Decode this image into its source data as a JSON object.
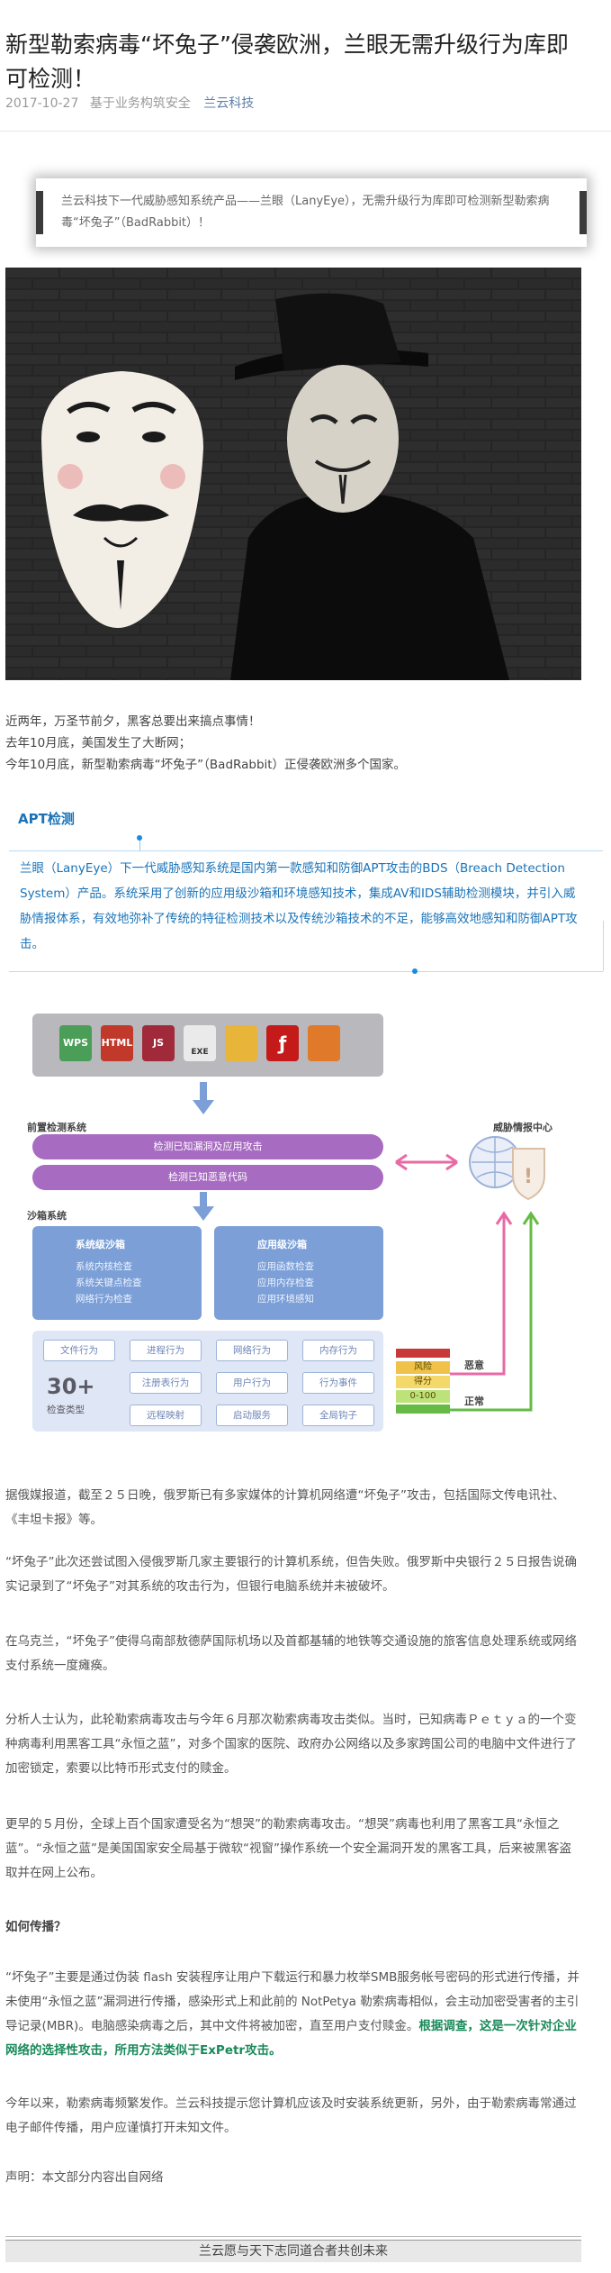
{
  "article": {
    "title": "新型勒索病毒“坏兔子”侵袭欧洲，兰眼无需升级行为库即可检测！",
    "date": "2017-10-27",
    "author": "基于业务构筑安全",
    "account": "兰云科技"
  },
  "quote": {
    "text": "兰云科技下一代威胁感知系统产品——兰眼（LanyEye），无需升级行为库即可检测新型勒索病毒“坏兔子”（BadRabbit）！"
  },
  "intro": {
    "lines": [
      "近两年，万圣节前夕，黑客总要出来搞点事情！",
      "去年10月底，美国发生了大断网；",
      "今年10月底，新型勒索病毒“坏兔子”（BadRabbit）正侵袭欧洲多个国家。"
    ]
  },
  "apt": {
    "title": "APT检测",
    "text": "兰眼（LanyEye）下一代威胁感知系统是国内第一款感知和防御APT攻击的BDS（Breach Detection System）产品。系统采用了创新的应用级沙箱和环境感知技术，集成AV和IDS辅助检测模块，并引入威胁情报体系，有效地弥补了传统的特征检测技术以及传统沙箱技术的不足，能够高效地感知和防御APT攻击。"
  },
  "diagram": {
    "file_icons": [
      "WPS",
      "HTML",
      "JS",
      "EXE",
      "",
      ""
    ],
    "pre_detect_label": "前置检测系统",
    "pre_detect_1": "检测已知漏洞及应用攻击",
    "pre_detect_2": "检测已知恶意代码",
    "sandbox_label": "沙箱系统",
    "sys_box_title": "系统级沙箱",
    "sys_box_items": [
      "系统内核检查",
      "系统关键点检查",
      "网络行为检查"
    ],
    "app_box_title": "应用级沙箱",
    "app_box_items": [
      "应用函数检查",
      "应用内存检查",
      "应用环境感知"
    ],
    "behaviors": [
      "文件行为",
      "进程行为",
      "网络行为",
      "内存行为",
      "注册表行为",
      "用户行为",
      "行为事件",
      "远程映射",
      "启动服务",
      "全局钩子"
    ],
    "behavior_count": "30+",
    "behavior_count_label": "检查类型",
    "threat_center": "威胁情报中心",
    "malicious": "恶意",
    "normal": "正常",
    "risk_labels": [
      "风险",
      "得分",
      "0-100"
    ],
    "colors": {
      "purple": "#a76bc1",
      "blue": "#7b9fd6",
      "pink": "#e86aa5",
      "green": "#66bb44"
    }
  },
  "body": {
    "p1": "据俄媒报道，截至２５日晚，俄罗斯已有多家媒体的计算机网络遭“坏兔子”攻击，包括国际文传电讯社、《丰坦卡报》等。",
    "p2": "“坏兔子”此次还尝试图入侵俄罗斯几家主要银行的计算机系统，但告失败。俄罗斯中央银行２５日报告说确实记录到了“坏兔子”对其系统的攻击行为，但银行电脑系统并未被破坏。",
    "p3": "在乌克兰，“坏兔子”使得乌南部敖德萨国际机场以及首都基辅的地铁等交通设施的旅客信息处理系统或网络支付系统一度瘫痪。",
    "p4": "分析人士认为，此轮勒索病毒攻击与今年６月那次勒索病毒攻击类似。当时，已知病毒Ｐｅｔｙａ的一个变种病毒利用黑客工具“永恒之蓝”，对多个国家的医院、政府办公网络以及多家跨国公司的电脑中文件进行了加密锁定，索要以比特币形式支付的赎金。",
    "p5": "更早的５月份，全球上百个国家遭受名为“想哭”的勒索病毒攻击。“想哭”病毒也利用了黑客工具“永恒之蓝”。“永恒之蓝”是美国国家安全局基于微软“视窗”操作系统一个安全漏洞开发的黑客工具，后来被黑客盗取并在网上公布。",
    "h_spread": "如何传播？",
    "p6_normal": "“坏兔子”主要是通过伪装 flash 安装程序让用户下载运行和暴力枚举SMB服务帐号密码的形式进行传播，并未使用“永恒之蓝”漏洞进行传播，感染形式上和此前的 NotPetya 勒索病毒相似，会主动加密受害者的主引导记录(MBR)。电脑感染病毒之后，其中文件将被加密，直至用户支付赎金。",
    "p6_strong": "根据调查，这是一次针对企业网络的选择性攻击，所用方法类似于ExPetr攻击。",
    "p7": "今年以来，勒索病毒频繁发作。兰云科技提示您计算机应该及时安装系统更新，另外，由于勒索病毒常通过电子邮件传播，用户应谨慎打开未知文件。",
    "statement": "声明：本文部分内容出自网络"
  },
  "footer": {
    "slogan": "兰云愿与天下志同道合者共创未来"
  }
}
